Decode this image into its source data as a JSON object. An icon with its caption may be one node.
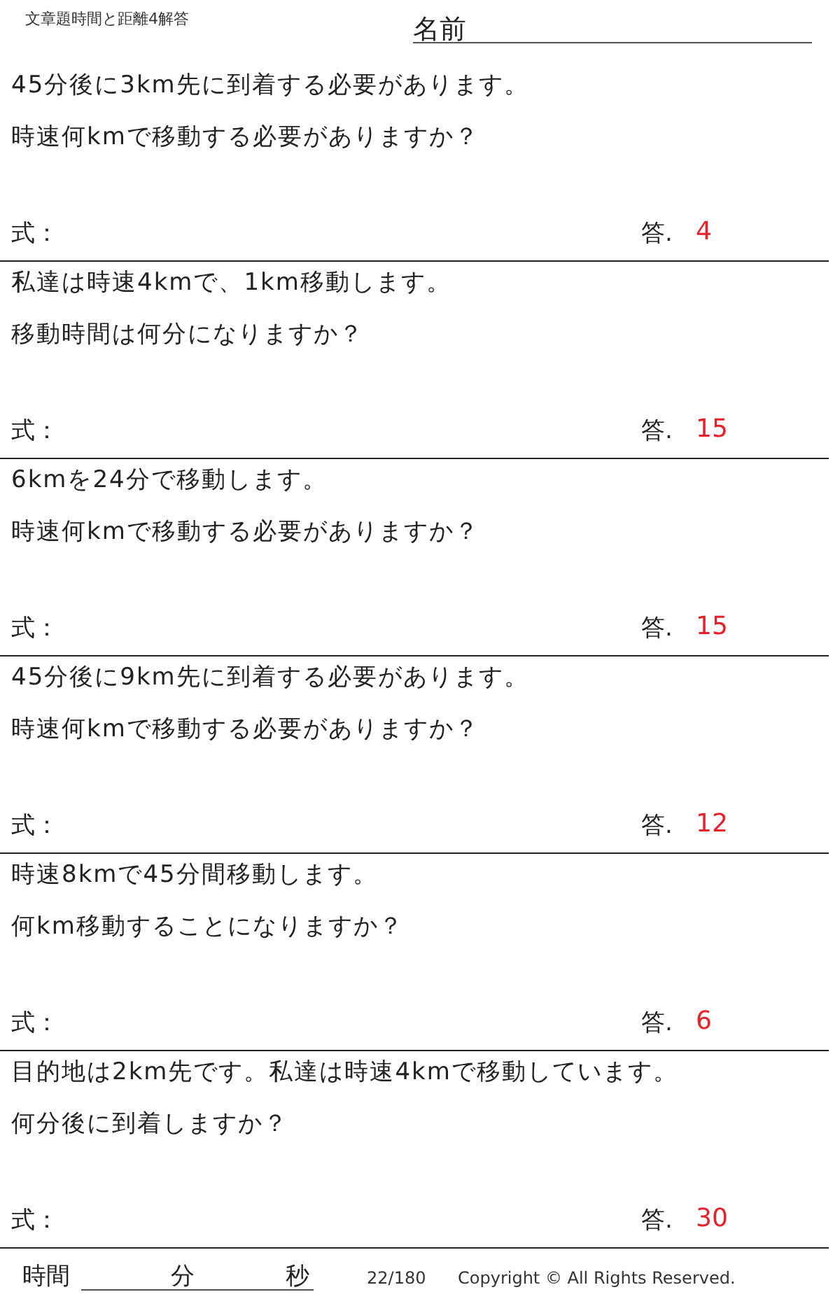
{
  "diagram": {
    "labels": [
      "文章題時間と距離4解答",
      "名前",
      "45分後に3km先に到着する必要があります。",
      "時速何kmで移動する必要がありますか？",
      "式：",
      "答.",
      "4",
      "私達は時速4kmで、1km移動します。",
      "移動時間は何分になりますか？",
      "式：",
      "答.",
      "15",
      "6kmを24分で移動します。",
      "時速何kmで移動する必要がありますか？",
      "式：",
      "答.",
      "15",
      "45分後に9km先に到着する必要があります。",
      "時速何kmで移動する必要がありますか？",
      "式：",
      "答.",
      "12",
      "時速8kmで45分間移動します。",
      "何km移動することになりますか？",
      "式：",
      "答.",
      "6",
      "目的地は2km先です。私達は時速4kmで移動しています。",
      "何分後に到着しますか？",
      "式：",
      "答.",
      "30",
      "時間",
      "分",
      "秒",
      "22/180",
      "Copyright © All Rights Reserved."
    ]
  }
}
